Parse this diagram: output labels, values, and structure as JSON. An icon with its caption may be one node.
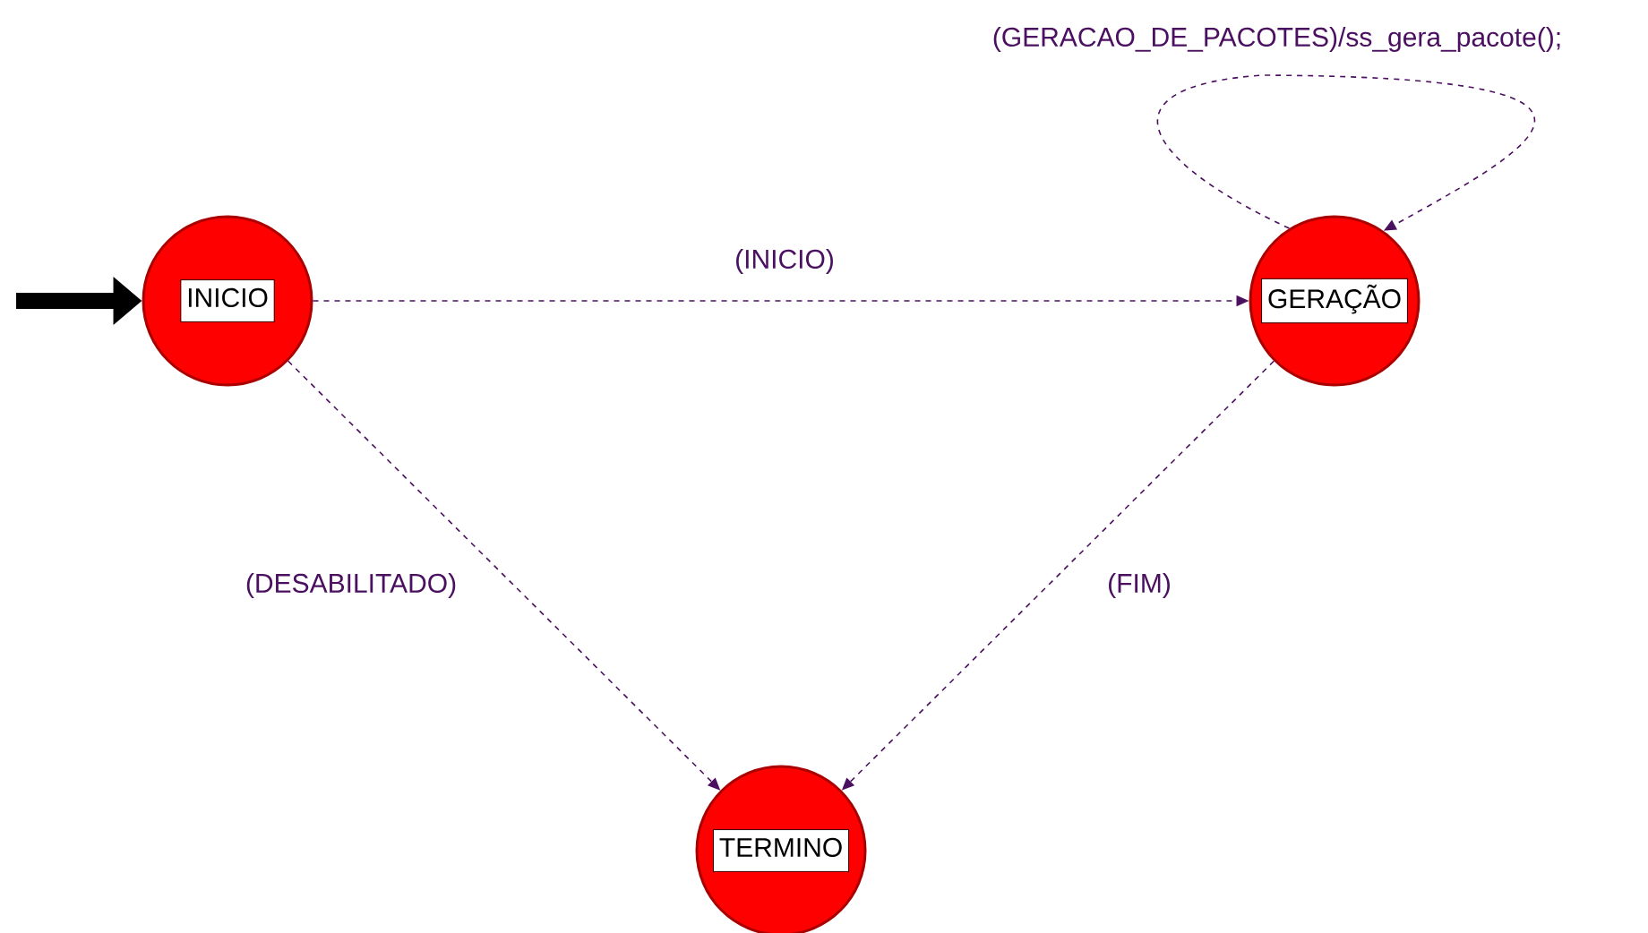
{
  "diagram": {
    "nodes": [
      {
        "text": [
          "INICIO"
        ]
      },
      {
        "text": [
          "GERAÇÃO"
        ]
      },
      {
        "text": [
          "TERMINO"
        ]
      }
    ],
    "edges": [
      {
        "from": null,
        "to": 0,
        "arrow": "to",
        "style": "thick",
        "color": "#000000"
      },
      {
        "from": 0,
        "to": 1,
        "arrow": "to",
        "label": "(INICIO)",
        "style": "dashed"
      },
      {
        "from": 1,
        "to": 1,
        "arrow": "to",
        "label": "(GERACAO_DE_PACOTES)/ss_gera_pacote();",
        "style": "dashed"
      },
      {
        "from": 0,
        "to": 2,
        "arrow": "to",
        "label": "(DESABILITADO)",
        "style": "dashed"
      },
      {
        "from": 1,
        "to": 2,
        "arrow": "to",
        "label": "(FIM)",
        "style": "dashed"
      }
    ]
  }
}
